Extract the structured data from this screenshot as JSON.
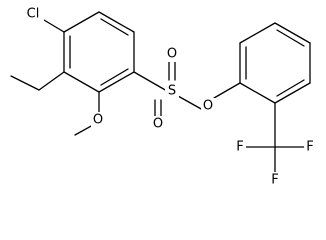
{
  "molecule": {
    "atoms": {
      "cl": "Cl",
      "s": "S",
      "o_ester": "O",
      "o_sulfonyl_top": "O",
      "o_sulfonyl_bottom": "O",
      "o_methoxy": "O",
      "f_left": "F",
      "f_center": "F",
      "f_right": "F"
    }
  }
}
